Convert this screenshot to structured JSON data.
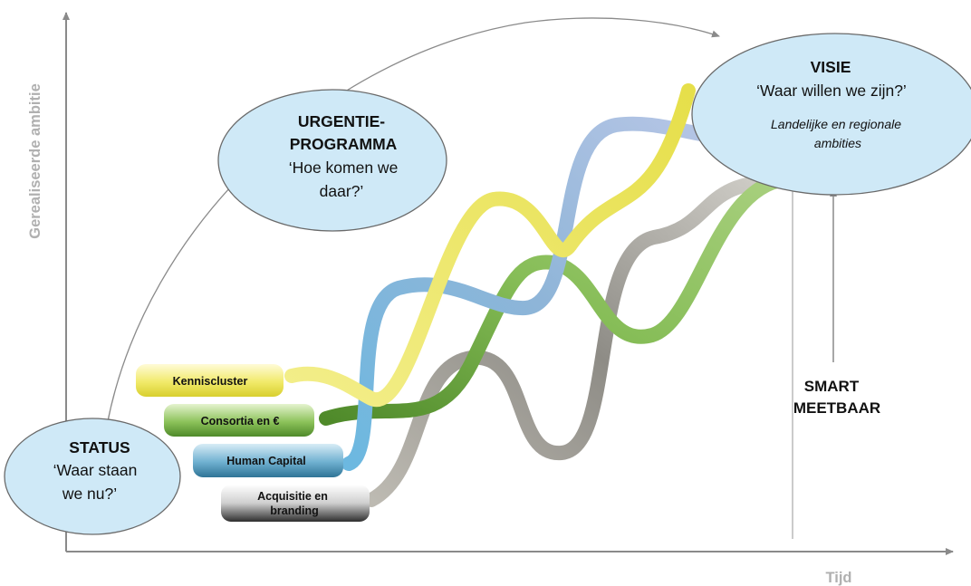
{
  "axes": {
    "y_label": "Gerealiseerde ambitie",
    "x_label": "Tijd"
  },
  "status": {
    "title": "STATUS",
    "line1": "‘Waar staan",
    "line2": "we nu?’"
  },
  "urgentie": {
    "title1": "URGENTIE-",
    "title2": "PROGRAMMA",
    "line1": "‘Hoe komen we",
    "line2": "daar?’"
  },
  "visie": {
    "title": "VISIE",
    "line1": "‘Waar willen we zijn?’",
    "italic1": "Landelijke en regionale",
    "italic2": "ambities"
  },
  "smart": {
    "line1": "SMART",
    "line2": "MEETBAAR"
  },
  "strands": [
    {
      "label": "Kenniscluster",
      "color": "#e9e35a"
    },
    {
      "label": "Consortia en  €",
      "color": "#6fa540"
    },
    {
      "label": "Human Capital",
      "color": "#5b9ab8"
    },
    {
      "label_line1": "Acquisitie en",
      "label_line2": "branding",
      "color": "#8a8a8a"
    }
  ],
  "colors": {
    "bubble_fill": "#cfe9f7",
    "axis": "#8a8a8a"
  }
}
